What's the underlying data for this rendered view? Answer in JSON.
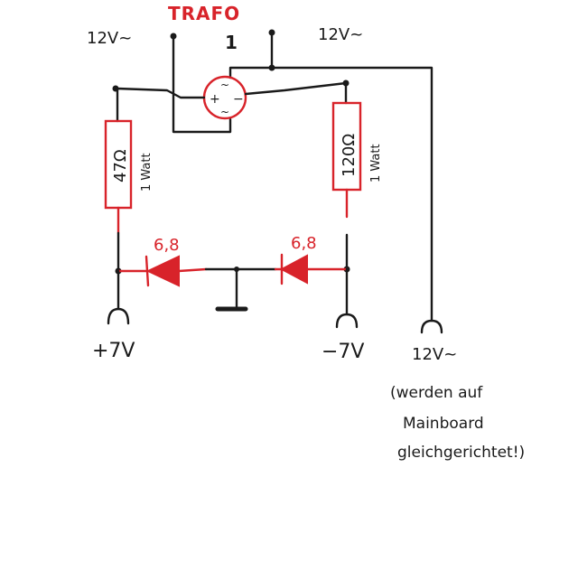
{
  "title": "TRAFO",
  "transformer_marker": "1",
  "top_labels": {
    "left_ac": "12V~",
    "right_ac": "12V~"
  },
  "resistors": {
    "left": {
      "value": "47Ω",
      "rating": "1 Watt"
    },
    "right": {
      "value": "120Ω",
      "rating": "1 Watt"
    }
  },
  "bridge_symbols": {
    "plus": "+",
    "minus": "−",
    "ac_top": "~",
    "ac_bottom": "~"
  },
  "diodes": {
    "left": "6,8",
    "right": "6,8"
  },
  "outputs": {
    "positive": "+7V",
    "negative": "−7V",
    "ac": "12V~"
  },
  "note": {
    "line1": "(werden auf",
    "line2": "Mainboard",
    "line3": "gleichgerichtet!)"
  },
  "colors": {
    "ink": "#1a1a1a",
    "accent": "#d8232a"
  }
}
